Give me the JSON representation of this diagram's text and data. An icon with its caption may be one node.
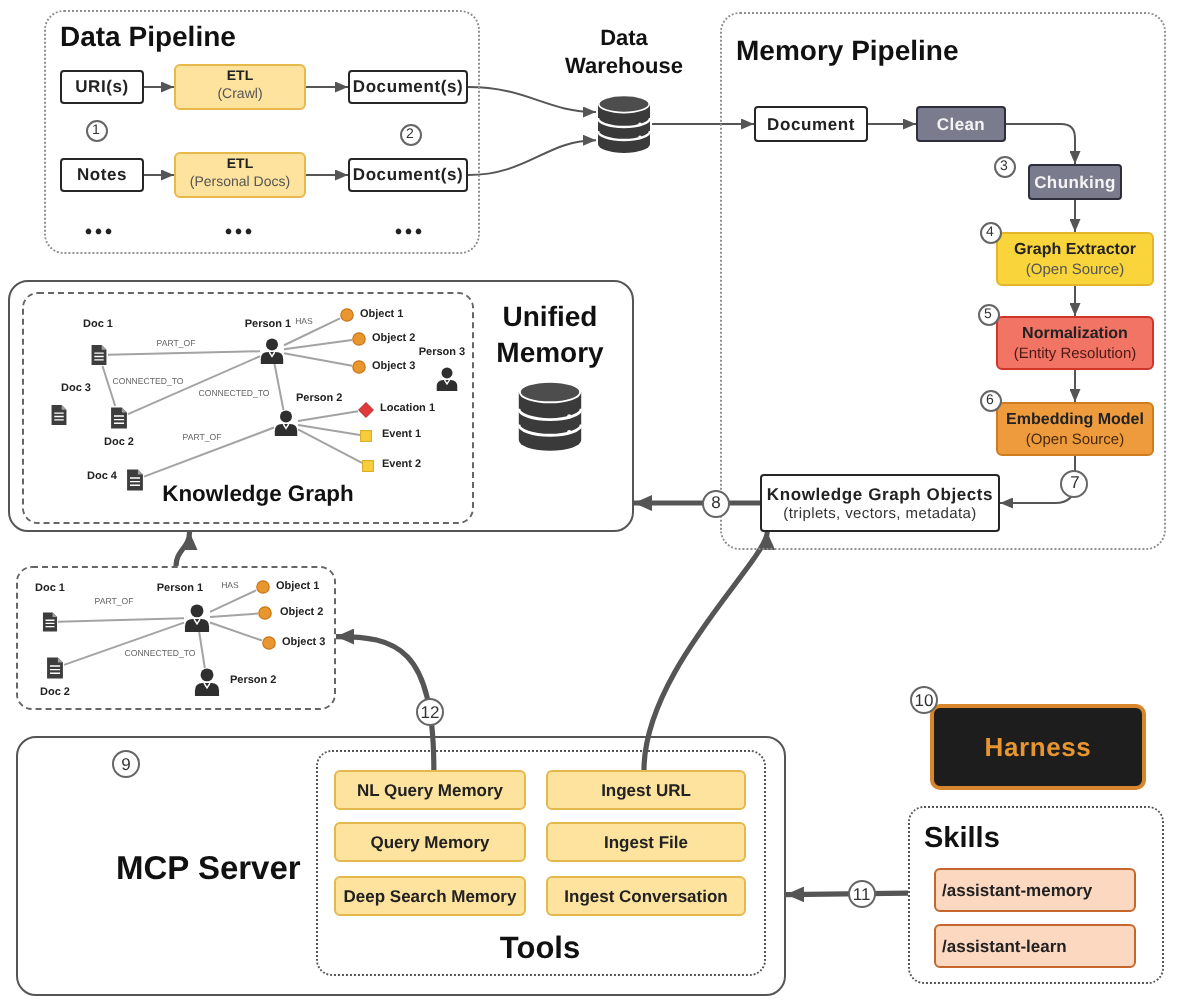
{
  "diagram": {
    "nodes": [
      {
        "text": [
          "Data Pipeline"
        ]
      },
      {
        "text": [
          "URI(s)"
        ],
        "in": 0
      },
      {
        "text": [
          "ETL",
          "(Crawl)"
        ],
        "in": 0
      },
      {
        "text": [
          "Document(s)"
        ],
        "in": 0
      },
      {
        "text": [
          "Notes"
        ],
        "in": 0
      },
      {
        "text": [
          "ETL",
          "(Personal Docs)"
        ],
        "in": 0
      },
      {
        "text": [
          "Document(s)"
        ],
        "in": 0
      },
      {
        "text": [
          "Data Warehouse"
        ]
      },
      {
        "text": [
          "Memory Pipeline"
        ]
      },
      {
        "text": [
          "Document"
        ],
        "in": 8
      },
      {
        "text": [
          "Clean"
        ],
        "in": 8
      },
      {
        "text": [
          "Chunking"
        ],
        "in": 8
      },
      {
        "text": [
          "Graph Extractor",
          "(Open Source)"
        ],
        "in": 8,
        "beside": [
          "4"
        ]
      },
      {
        "text": [
          "Normalization",
          "(Entity Resolution)"
        ],
        "in": 8,
        "beside": [
          "5"
        ]
      },
      {
        "text": [
          "Embedding Model",
          "(Open Source)"
        ],
        "in": 8,
        "beside": [
          "6"
        ]
      },
      {
        "text": [
          "Knowledge Graph Objects",
          "(triplets, vectors, metadata)"
        ],
        "in": 8
      },
      {
        "text": [
          "Unified Memory"
        ]
      },
      {
        "text": [
          "Knowledge Graph"
        ],
        "in": 16
      },
      {
        "text": [
          "Doc 1"
        ],
        "in": 17
      },
      {
        "text": [
          "Person 1"
        ],
        "in": 17
      },
      {
        "text": [
          "Object 1"
        ],
        "in": 17
      },
      {
        "text": [
          "Object 2"
        ],
        "in": 17
      },
      {
        "text": [
          "Object 3"
        ],
        "in": 17
      },
      {
        "text": [
          "Person 3"
        ],
        "in": 17
      },
      {
        "text": [
          "Doc 3"
        ],
        "in": 17
      },
      {
        "text": [
          "Person 2"
        ],
        "in": 17
      },
      {
        "text": [
          "Location 1"
        ],
        "in": 17
      },
      {
        "text": [
          "Doc 2"
        ],
        "in": 17
      },
      {
        "text": [
          "Event 1"
        ],
        "in": 17
      },
      {
        "text": [
          "Event 2"
        ],
        "in": 17
      },
      {
        "text": [
          "Doc 4"
        ],
        "in": 17
      },
      {
        "text": [],
        "shape": "box"
      },
      {
        "text": [
          "Doc 1"
        ],
        "in": 31
      },
      {
        "text": [
          "Person 1"
        ],
        "in": 31
      },
      {
        "text": [
          "Object 1"
        ],
        "in": 31
      },
      {
        "text": [
          "Object 2"
        ],
        "in": 31
      },
      {
        "text": [
          "Object 3"
        ],
        "in": 31
      },
      {
        "text": [
          "Doc 2"
        ],
        "in": 31
      },
      {
        "text": [
          "Person 2"
        ],
        "in": 31
      },
      {
        "text": [
          "MCP Server"
        ],
        "beside": [
          "9"
        ]
      },
      {
        "text": [
          "Tools"
        ],
        "in": 39
      },
      {
        "text": [
          "NL Query Memory"
        ],
        "in": 40
      },
      {
        "text": [
          "Ingest URL"
        ],
        "in": 40
      },
      {
        "text": [
          "Query Memory"
        ],
        "in": 40
      },
      {
        "text": [
          "Ingest File"
        ],
        "in": 40
      },
      {
        "text": [
          "Deep Search Memory"
        ],
        "in": 40
      },
      {
        "text": [
          "Ingest Conversation"
        ],
        "in": 40
      },
      {
        "text": [
          "Harness"
        ],
        "beside": [
          "10"
        ]
      },
      {
        "text": [
          "Skills"
        ]
      },
      {
        "text": [
          "/assistant-memory"
        ],
        "in": 48
      },
      {
        "text": [
          "/assistant-learn"
        ],
        "in": 48
      }
    ],
    "edges": [
      {
        "from": 1,
        "to": 2,
        "arrow": "to"
      },
      {
        "from": 2,
        "to": 3,
        "arrow": "to"
      },
      {
        "from": 4,
        "to": 5,
        "arrow": "to"
      },
      {
        "from": 5,
        "to": 6,
        "arrow": "to"
      },
      {
        "from": 3,
        "to": 7,
        "arrow": "to"
      },
      {
        "from": 6,
        "to": 7,
        "arrow": "to"
      },
      {
        "from": 7,
        "to": 9,
        "arrow": "to"
      },
      {
        "from": 9,
        "to": 10,
        "arrow": "to"
      },
      {
        "from": 10,
        "to": 11,
        "arrow": "to"
      },
      {
        "from": 11,
        "to": 12,
        "arrow": "to"
      },
      {
        "from": 12,
        "to": 13,
        "arrow": "to"
      },
      {
        "from": 13,
        "to": 14,
        "arrow": "to"
      },
      {
        "from": 14,
        "to": 15,
        "arrow": "to",
        "label": "7"
      },
      {
        "from": 15,
        "to": 16,
        "arrow": "to",
        "label": "8",
        "style": "thick"
      },
      {
        "from": 31,
        "to": 16,
        "arrow": "to",
        "style": "thick"
      },
      {
        "from": 41,
        "to": 31,
        "arrow": "to",
        "label": "12",
        "style": "thick"
      },
      {
        "from": 42,
        "to": 15,
        "arrow": "to",
        "style": "thick"
      },
      {
        "from": 48,
        "to": 39,
        "arrow": "to",
        "label": "11",
        "style": "thick"
      },
      {
        "from": 18,
        "to": 19,
        "arrow": "none",
        "label": "PART_OF",
        "color": "#a3a3a3"
      },
      {
        "from": 18,
        "to": 27,
        "arrow": "none",
        "color": "#a3a3a3"
      },
      {
        "from": 27,
        "to": 19,
        "arrow": "none",
        "label": "CONNECTED_TO",
        "color": "#a3a3a3"
      },
      {
        "from": 19,
        "to": 25,
        "arrow": "none",
        "label": "CONNECTED_TO",
        "color": "#a3a3a3"
      },
      {
        "from": 19,
        "to": 20,
        "arrow": "none",
        "label": "HAS",
        "color": "#a3a3a3"
      },
      {
        "from": 19,
        "to": 21,
        "arrow": "none",
        "color": "#a3a3a3"
      },
      {
        "from": 19,
        "to": 22,
        "arrow": "none",
        "color": "#a3a3a3"
      },
      {
        "from": 25,
        "to": 26,
        "arrow": "none",
        "color": "#a3a3a3"
      },
      {
        "from": 25,
        "to": 28,
        "arrow": "none",
        "color": "#a3a3a3"
      },
      {
        "from": 25,
        "to": 29,
        "arrow": "none",
        "color": "#a3a3a3"
      },
      {
        "from": 30,
        "to": 25,
        "arrow": "none",
        "label": "PART_OF",
        "color": "#a3a3a3"
      },
      {
        "from": 32,
        "to": 33,
        "arrow": "none",
        "label": "PART_OF",
        "color": "#a3a3a3"
      },
      {
        "from": 37,
        "to": 33,
        "arrow": "none",
        "color": "#a3a3a3"
      },
      {
        "from": 33,
        "to": 38,
        "arrow": "none",
        "label": "CONNECTED_TO",
        "color": "#a3a3a3"
      },
      {
        "from": 33,
        "to": 34,
        "arrow": "none",
        "label": "HAS",
        "color": "#a3a3a3"
      },
      {
        "from": 33,
        "to": 35,
        "arrow": "none",
        "color": "#a3a3a3"
      },
      {
        "from": 33,
        "to": 36,
        "arrow": "none",
        "color": "#a3a3a3"
      }
    ],
    "labels": [
      "1",
      "2",
      "•••",
      "•••",
      "•••",
      "3"
    ]
  }
}
